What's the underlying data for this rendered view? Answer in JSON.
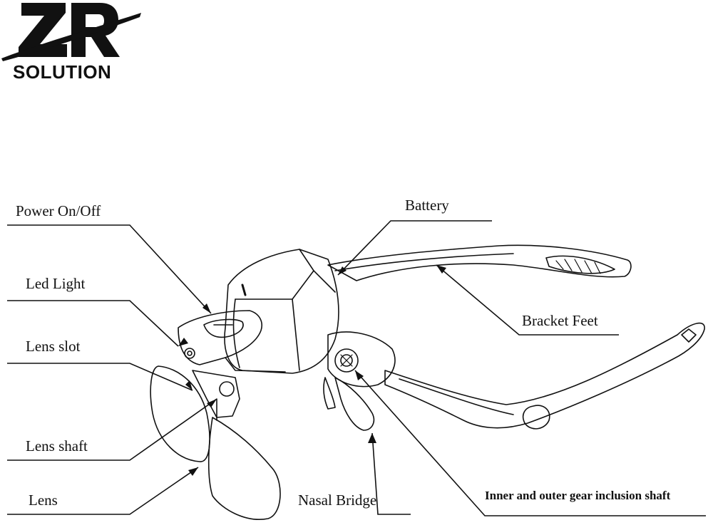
{
  "logo": {
    "text": "SOLUTION",
    "monogram": "ZR"
  },
  "labels": {
    "power": "Power On/Off",
    "led": "Led Light",
    "lens_slot": "Lens slot",
    "lens_shaft": "Lens shaft",
    "lens": "Lens",
    "battery": "Battery",
    "bracket_feet": "Bracket Feet",
    "nasal_bridge": "Nasal Bridge",
    "gear_shaft": "Inner and outer gear inclusion shaft"
  },
  "colors": {
    "ink": "#111111",
    "background": "#ffffff"
  }
}
